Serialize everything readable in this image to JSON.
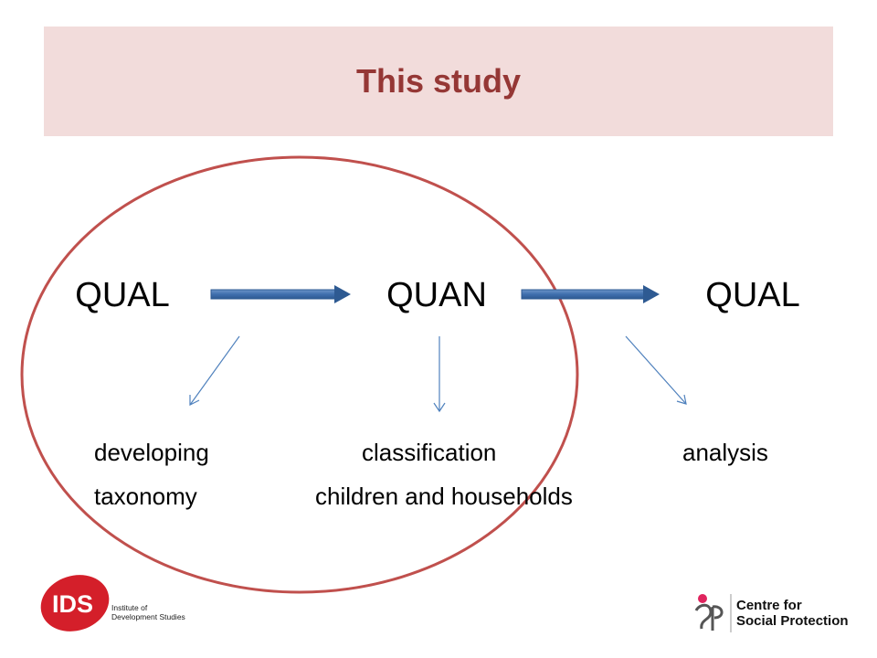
{
  "title": "This study",
  "stages": [
    "QUAL",
    "QUAN",
    "QUAL"
  ],
  "outcomes": [
    {
      "line1": "developing",
      "line2": "taxonomy"
    },
    {
      "line1": "classification",
      "line2": "children and households"
    },
    {
      "line1": "analysis",
      "line2": ""
    }
  ],
  "logos": {
    "ids_mark": "IDS",
    "ids_caption_1": "Institute of",
    "ids_caption_2": "Development Studies",
    "csp_line_1": "Centre for",
    "csp_line_2": "Social Protection"
  },
  "colors": {
    "title_band": "#f2dcdb",
    "title_text": "#953735",
    "circle": "#c0504d",
    "arrow": "#4f81bd",
    "ids_red": "#d41f2a",
    "csp_pink": "#e0245e"
  }
}
